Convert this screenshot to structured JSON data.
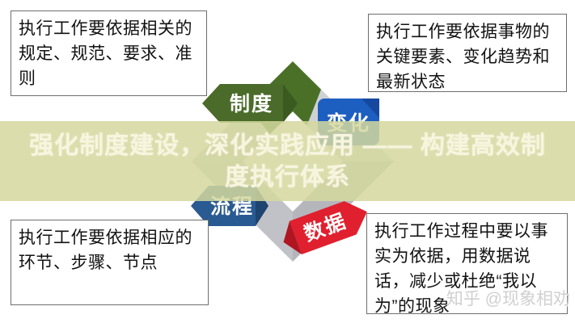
{
  "banner": {
    "title_line1": "强化制度建设，深化实践应用 —— 构建高效制",
    "title_line2": "度执行体系",
    "bg_color": "#d5d89e",
    "text_color": "#f8f5df"
  },
  "boxes": {
    "top_left": {
      "text": "执行工作要依据相关的规定、规范、要求、准则"
    },
    "top_right": {
      "text": "执行工作要依据事物的关键要素、变化趋势和最新状态"
    },
    "bottom_left": {
      "text": "执行工作要依据相应的环节、步骤、节点"
    },
    "bottom_right": {
      "text": "执行工作过程中要以事实为依据，用数据说话，减少或杜绝“我以为”的现象"
    }
  },
  "cycle": {
    "ring": {
      "tl": "#c9cace",
      "tr": "#d0d1d5",
      "br": "#b5b6bc",
      "bl": "#c1c2c8",
      "green": "#4a7028"
    },
    "labels": [
      {
        "id": "zhidu",
        "text": "制度",
        "color": "#4a6b2a"
      },
      {
        "id": "bianhua",
        "text": "变化",
        "color": "#1d5fc0"
      },
      {
        "id": "liucheng",
        "text": "流程",
        "color": "#2a5a92"
      },
      {
        "id": "shuju",
        "text": "数据",
        "color": "#e0202e"
      }
    ]
  },
  "watermark": {
    "text": "知乎 @现象相劝"
  }
}
